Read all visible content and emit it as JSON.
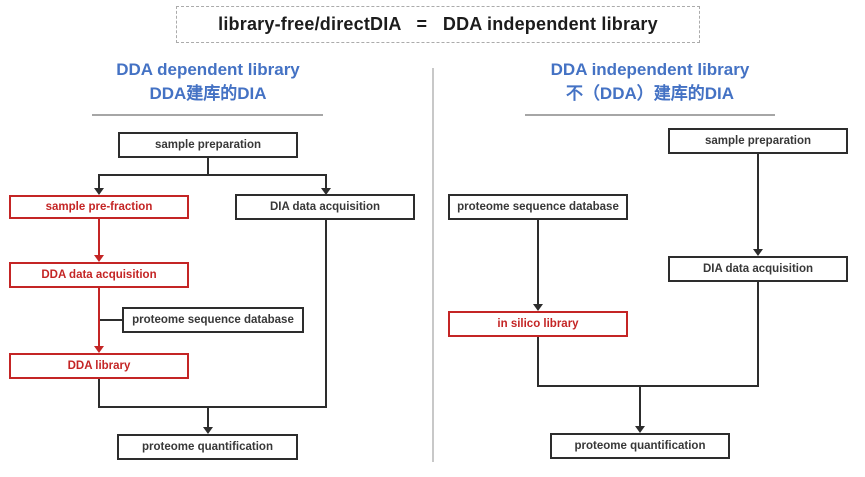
{
  "title": {
    "text": "library-free/directDIA   =   DDA independent library"
  },
  "left_panel": {
    "heading_line1": "DDA dependent library",
    "heading_line2": "DDA建库的DIA",
    "nodes": {
      "sample_preparation": "sample preparation",
      "sample_pre_fraction": "sample pre-fraction",
      "dia_data_acquisition": "DIA data acquisition",
      "dda_data_acquisition": "DDA data acquisition",
      "proteome_sequence_database": "proteome sequence database",
      "dda_library": "DDA library",
      "proteome_quantification": "proteome quantification"
    }
  },
  "right_panel": {
    "heading_line1": "DDA independent library",
    "heading_line2": "不（DDA）建库的DIA",
    "nodes": {
      "sample_preparation": "sample preparation",
      "proteome_sequence_database": "proteome sequence database",
      "dia_data_acquisition": "DIA data acquisition",
      "in_silico_library": "in silico library",
      "proteome_quantification": "proteome quantification"
    }
  },
  "colors": {
    "heading_blue": "#4472C4",
    "highlight_red": "#C42525",
    "box_border_dark": "#2D2D2D",
    "divider_gray": "#C8C8C8",
    "underline_gray": "#A6A6A6",
    "title_border_gray": "#ABABAB",
    "text_dark": "#1C1C1C"
  }
}
